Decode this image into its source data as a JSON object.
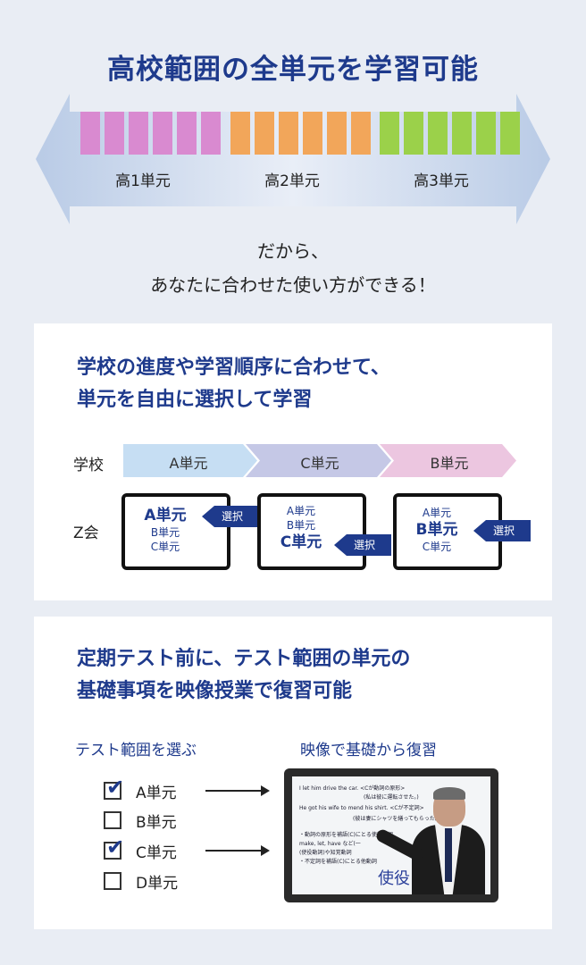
{
  "header": {
    "title": "高校範囲の全単元を学習可能",
    "grades": [
      "高1単元",
      "高2単元",
      "高3単元"
    ],
    "grade_colors": [
      "#d98ad0",
      "#f2a65a",
      "#9bd14a"
    ],
    "lead_line1": "だから、",
    "lead_line2": "あなたに合わせた使い方ができる！"
  },
  "card1": {
    "title_line1": "学校の進度や学習順序に合わせて、",
    "title_line2": "単元を自由に選択して学習",
    "school_label": "学校",
    "zkai_label": "Z会",
    "school_sequence": [
      "A単元",
      "C単元",
      "B単元"
    ],
    "tablets": [
      {
        "units": [
          "A単元",
          "B単元",
          "C単元"
        ],
        "selected": "A単元"
      },
      {
        "units": [
          "A単元",
          "B単元",
          "C単元"
        ],
        "selected": "C単元"
      },
      {
        "units": [
          "A単元",
          "B単元",
          "C単元"
        ],
        "selected": "B単元"
      }
    ],
    "select_label": "選択"
  },
  "card2": {
    "title_line1": "定期テスト前に、テスト範囲の単元の",
    "title_line2": "基礎事項を映像授業で復習可能",
    "left_heading": "テスト範囲を選ぶ",
    "right_heading": "映像で基礎から復習",
    "checklist": [
      {
        "label": "A単元",
        "checked": true
      },
      {
        "label": "B単元",
        "checked": false
      },
      {
        "label": "C単元",
        "checked": true
      },
      {
        "label": "D単元",
        "checked": false
      }
    ],
    "video": {
      "line1": "I  let  him  drive the car.   <Cが動詞の原形>",
      "line2": "(私は彼に運転させた。)",
      "line3": "He  got  his wife  to mend his shirt.   <Cが不定詞>",
      "line4": "(彼は妻にシャツを繕ってもらった。)",
      "line5": "・動詞の原形を補語(C)にとる使役動詞",
      "line6": "make, let, have など(一",
      "line7": "(使役動詞)や知覚動詞",
      "line8": "・不定詞を補語(C)にとる他動詞",
      "handwriting": "使役"
    }
  }
}
